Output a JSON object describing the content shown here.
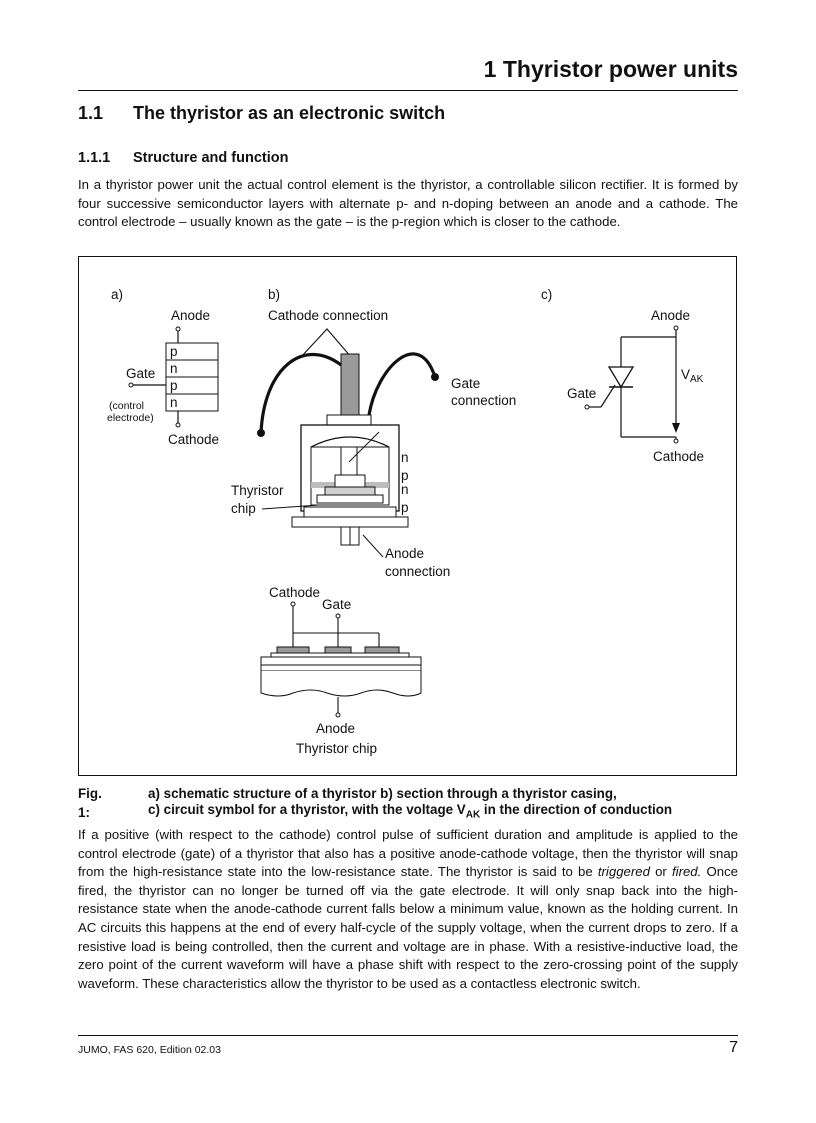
{
  "header": {
    "chapter_title": "1 Thyristor power units"
  },
  "section": {
    "number": "1.1",
    "title": "The thyristor as an electronic switch"
  },
  "subsection": {
    "number": "1.1.1",
    "title": "Structure and function"
  },
  "paragraph1": "In a thyristor power unit the actual control element is the thyristor, a controllable silicon rectifier. It is formed by four successive semiconductor layers with alternate p- and n-doping between an anode and a cathode. The control electrode – usually known as the gate – is the p-region which is closer to the cathode.",
  "figure": {
    "panel_a": {
      "label": "a)",
      "anode": "Anode",
      "gate": "Gate",
      "cathode": "Cathode",
      "control_line1": "(control",
      "control_line2": "electrode)",
      "layers": [
        "p",
        "n",
        "p",
        "n"
      ]
    },
    "panel_b": {
      "label": "b)",
      "cathode_connection": "Cathode connection",
      "gate_connection_line1": "Gate",
      "gate_connection_line2": "connection",
      "chip_line1": "Thyristor",
      "chip_line2": "chip",
      "anode_connection_line1": "Anode",
      "anode_connection_line2": "connection",
      "layers": [
        "n",
        "p",
        "n",
        "p"
      ]
    },
    "panel_c": {
      "label": "c)",
      "anode": "Anode",
      "gate": "Gate",
      "cathode": "Cathode",
      "vak": "V",
      "vak_sub": "AK"
    },
    "chip": {
      "cathode": "Cathode",
      "gate": "Gate",
      "anode": "Anode",
      "title": "Thyristor chip"
    }
  },
  "caption": {
    "label": "Fig. 1:",
    "line1": "a) schematic structure of a thyristor    b) section through a thyristor casing,",
    "line2_pre": "c) circuit symbol for a thyristor, with the voltage V",
    "line2_sub": "AK",
    "line2_post": " in the direction of conduction"
  },
  "paragraph2": {
    "p1": "If a positive (with respect to the cathode) control pulse of sufficient duration and amplitude is applied to the control electrode (gate) of a thyristor that also has a positive anode-cathode voltage, then the thyristor will snap from the high-resistance state into the low-resistance state. The thyristor is said to be ",
    "em1": "triggered",
    "p2": " or ",
    "em2": "fired.",
    "p3": " Once fired, the thyristor can no longer be turned off via the gate electrode. It will only snap back into the high-resistance state when the anode-cathode current falls below a minimum value, known as the holding current. In AC circuits this happens at the end of every half-cycle of the supply voltage, when the current drops to zero. If a resistive load is being controlled, then the current and voltage are in phase. With a resistive-inductive load, the zero point of the current waveform will have a phase shift with respect to the zero-crossing point of the supply waveform. These characteristics allow the thyristor to be used as a contactless electronic switch."
  },
  "footer": {
    "left": "JUMO, FAS 620, Edition 02.03",
    "page_number": "7"
  }
}
